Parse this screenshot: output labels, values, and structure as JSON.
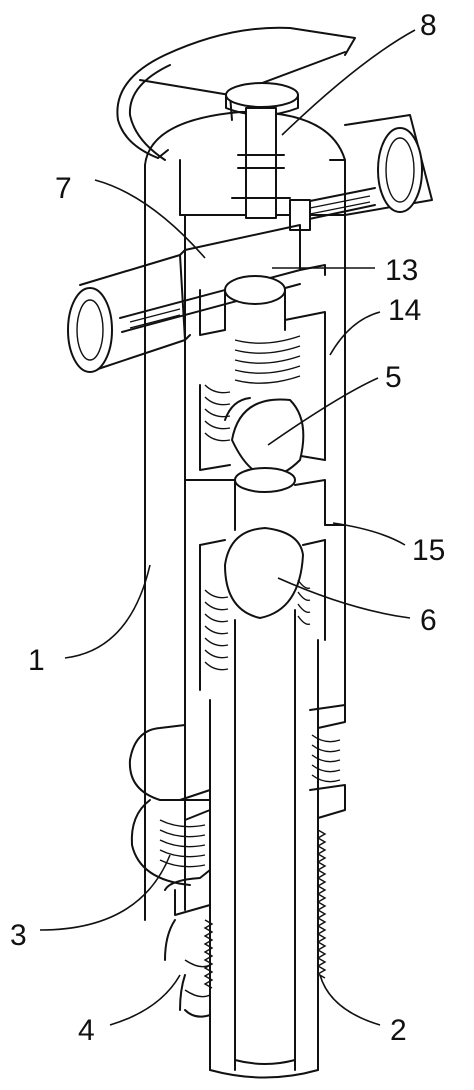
{
  "labels": {
    "l1": "1",
    "l2": "2",
    "l3": "3",
    "l4": "4",
    "l5": "5",
    "l6": "6",
    "l7": "7",
    "l8": "8",
    "l13": "13",
    "l14": "14",
    "l15": "15"
  }
}
